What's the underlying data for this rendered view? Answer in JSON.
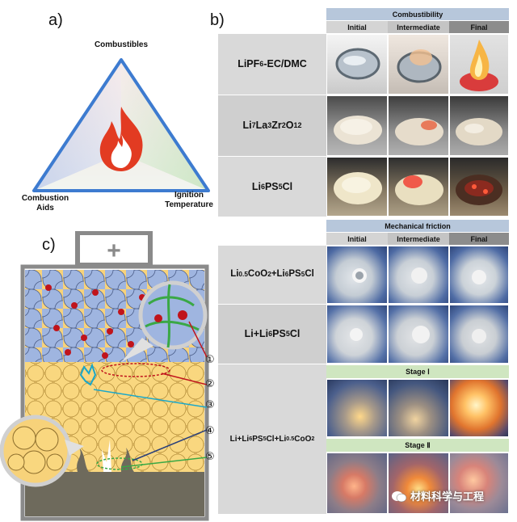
{
  "panel_a": {
    "letter": "a)",
    "top_label": "Combustibles",
    "left_label_line1": "Combustion",
    "left_label_line2": "Aids",
    "right_label_line1": "Ignition",
    "right_label_line2": "Temperature"
  },
  "panel_b": {
    "letter": "b)",
    "section1_title": "Combustibility",
    "section2_title": "Mechanical friction",
    "col_initial": "Initial",
    "col_intermediate": "Intermediate",
    "col_final": "Final"
  },
  "panel_c": {
    "letter": "c)",
    "plus_sign": "+",
    "markers": [
      "①",
      "②",
      "③",
      "④",
      "⑤"
    ]
  },
  "stage_labels": [
    "Stage Ⅰ",
    "Stage Ⅱ"
  ],
  "watermark": "材料科学与工程",
  "colors": {
    "header_blue": "#b7c7db",
    "header_gray": "#c9c9c9",
    "final_col": "#8c8c8c",
    "row_gray": "#d9d9d9",
    "stage_green": "#cfe6c0",
    "particle_blue": "#9fb5e0",
    "particle_yellow": "#f7d27a",
    "lithium_red": "#c0141c"
  }
}
